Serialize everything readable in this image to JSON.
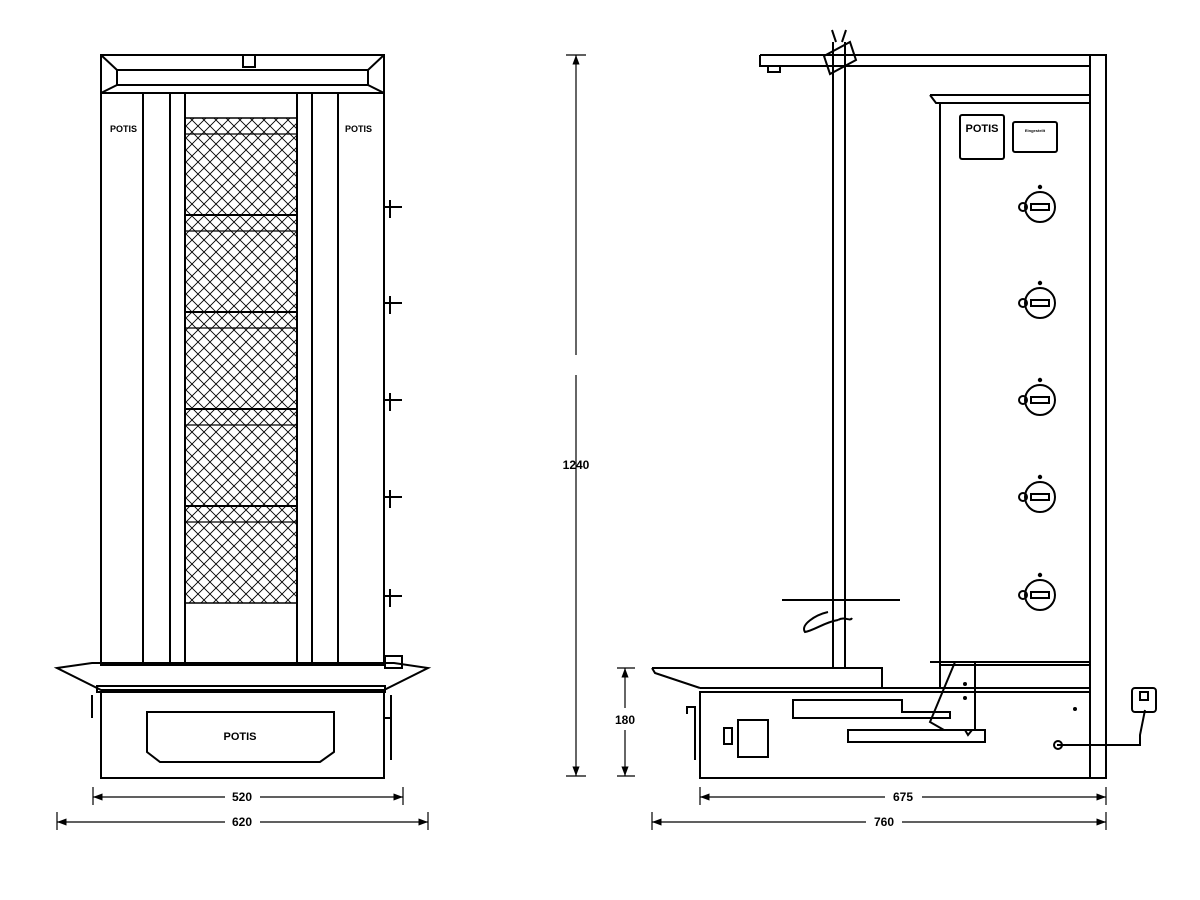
{
  "drawing": {
    "brand": "POTIS",
    "plate_label": "Eingestellt",
    "dimensions": {
      "front_inner_width": "520",
      "front_outer_width": "620",
      "height": "1240",
      "base_height": "180",
      "side_inner_depth": "675",
      "side_outer_depth": "760"
    },
    "colors": {
      "line": "#000000",
      "background": "#ffffff"
    }
  }
}
